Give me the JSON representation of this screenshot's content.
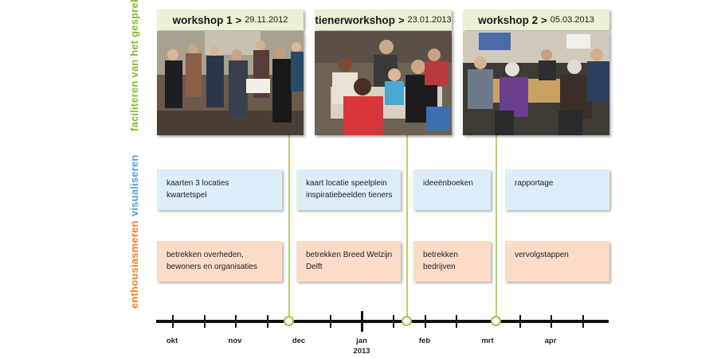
{
  "row_labels": {
    "facilitate": "faciliteren van het gesprek",
    "visualize": "visualiseren",
    "enthuse": "enthousiasmeren"
  },
  "colors": {
    "facilitate": "#8ab838",
    "visualize": "#5b9bd5",
    "enthuse": "#ed7d31"
  },
  "workshops": [
    {
      "name": "workshop 1",
      "sep": ">",
      "date": "29.11.2012"
    },
    {
      "name": "tienerworkshop",
      "sep": ">",
      "date": "23.01.2013"
    },
    {
      "name": "workshop 2",
      "sep": ">",
      "date": "05.03.2013"
    }
  ],
  "visualize_cards": [
    {
      "lines": [
        "kaarten 3 locaties",
        "kwartetspel"
      ]
    },
    {
      "lines": [
        "kaart locatie speelplein",
        "inspiratiebeelden tieners"
      ]
    },
    {
      "lines": [
        "ideeënboeken"
      ]
    },
    {
      "lines": [
        "rapportage"
      ]
    }
  ],
  "enthuse_cards": [
    {
      "lines": [
        "betrekken overheden,",
        "bewoners en organisaties"
      ]
    },
    {
      "lines": [
        "betrekken Breed Welzijn",
        "Delft"
      ]
    },
    {
      "lines": [
        "betrekken",
        "bedrijven"
      ]
    },
    {
      "lines": [
        "vervolgstappen"
      ]
    }
  ],
  "timeline": {
    "months": [
      "okt",
      "nov",
      "dec",
      "jan",
      "feb",
      "mrt",
      "apr"
    ],
    "year": "2013"
  }
}
